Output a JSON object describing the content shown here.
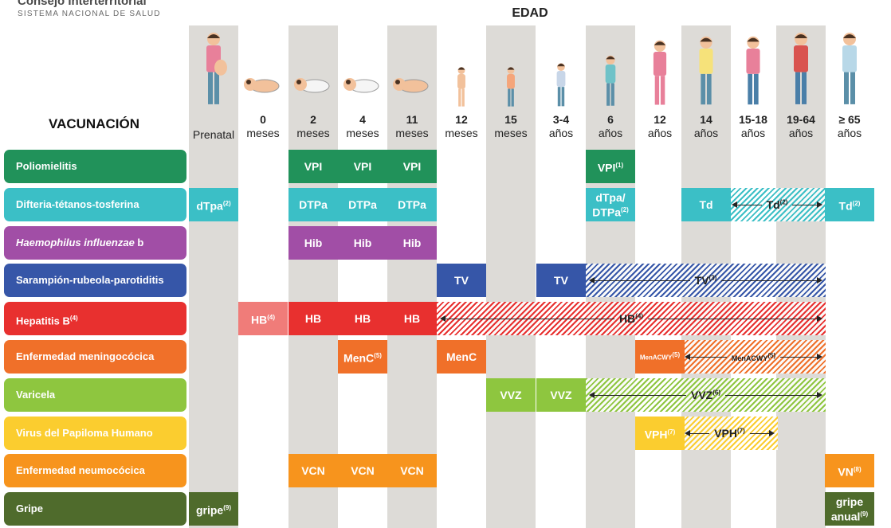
{
  "header": {
    "org_name": "Consejo Interterritorial",
    "org_sub": "SISTEMA NACIONAL DE SALUD",
    "edad": "EDAD",
    "vacunacion": "VACUNACIÓN"
  },
  "ages": [
    {
      "num": "",
      "unit": "Prenatal"
    },
    {
      "num": "0",
      "unit": "meses"
    },
    {
      "num": "2",
      "unit": "meses"
    },
    {
      "num": "4",
      "unit": "meses"
    },
    {
      "num": "11",
      "unit": "meses"
    },
    {
      "num": "12",
      "unit": "meses"
    },
    {
      "num": "15",
      "unit": "meses"
    },
    {
      "num": "3-4",
      "unit": "años"
    },
    {
      "num": "6",
      "unit": "años"
    },
    {
      "num": "12",
      "unit": "años"
    },
    {
      "num": "14",
      "unit": "años"
    },
    {
      "num": "15-18",
      "unit": "años"
    },
    {
      "num": "19-64",
      "unit": "años"
    },
    {
      "num": "≥ 65",
      "unit": "años"
    }
  ],
  "rows": [
    {
      "label": "Poliomielitis",
      "color": "#21925a",
      "cells": [
        {
          "col": 2,
          "text": "VPI"
        },
        {
          "col": 3,
          "text": "VPI"
        },
        {
          "col": 4,
          "text": "VPI"
        },
        {
          "col": 8,
          "text": "VPI",
          "sup": "(1)"
        }
      ]
    },
    {
      "label": "Difteria-tétanos-tosferina",
      "color": "#3bbfc6",
      "cells": [
        {
          "col": 0,
          "text": "dTpa",
          "sup": "(2)"
        },
        {
          "col": 2,
          "text": "DTPa"
        },
        {
          "col": 3,
          "text": "DTPa"
        },
        {
          "col": 4,
          "text": "DTPa"
        },
        {
          "col": 8,
          "text": "dTpa/",
          "text2": "DTPa",
          "sup": "(2)"
        },
        {
          "col": 10,
          "text": "Td"
        },
        {
          "col": 13,
          "text": "Td",
          "sup": "(2)"
        }
      ],
      "spans": [
        {
          "from": 11,
          "to": 12,
          "text": "Td",
          "sup": "(2)"
        }
      ]
    },
    {
      "label_italic": "Haemophilus influenzae",
      "label_rest": " b",
      "color": "#a14ea6",
      "cells": [
        {
          "col": 2,
          "text": "Hib"
        },
        {
          "col": 3,
          "text": "Hib"
        },
        {
          "col": 4,
          "text": "Hib"
        }
      ]
    },
    {
      "label": "Sarampión-rubeola-parotiditis",
      "color": "#3656a8",
      "cells": [
        {
          "col": 5,
          "text": "TV"
        },
        {
          "col": 7,
          "text": "TV"
        }
      ],
      "spans": [
        {
          "from": 8,
          "to": 12,
          "text": "TV",
          "sup": "(3)"
        }
      ]
    },
    {
      "label": "Hepatitis B",
      "label_sup": "(4)",
      "color": "#e8302f",
      "cells": [
        {
          "col": 1,
          "text": "HB",
          "sup": "(4)",
          "color": "#f07c79"
        },
        {
          "col": 2,
          "text": "HB"
        },
        {
          "col": 3,
          "text": "HB"
        },
        {
          "col": 4,
          "text": "HB"
        }
      ],
      "spans": [
        {
          "from": 5,
          "to": 12,
          "text": "HB",
          "sup": "(4)"
        }
      ]
    },
    {
      "label": "Enfermedad meningocócica",
      "color": "#f07029",
      "cells": [
        {
          "col": 3,
          "text": "MenC",
          "sup": "(5)"
        },
        {
          "col": 5,
          "text": "MenC"
        },
        {
          "col": 9,
          "text": "MenACWY",
          "sup": "(5)",
          "small": true
        }
      ],
      "spans": [
        {
          "from": 10,
          "to": 12,
          "text": "MenACWY",
          "sup": "(5)",
          "small": true
        }
      ]
    },
    {
      "label": "Varicela",
      "color": "#8ec63f",
      "cells": [
        {
          "col": 6,
          "text": "VVZ"
        },
        {
          "col": 7,
          "text": "VVZ"
        }
      ],
      "spans": [
        {
          "from": 8,
          "to": 12,
          "text": "VVZ",
          "sup": "(6)"
        }
      ]
    },
    {
      "label": "Virus del Papiloma Humano",
      "color": "#fbcd2f",
      "cells": [
        {
          "col": 9,
          "text": "VPH",
          "sup": "(7)"
        }
      ],
      "spans": [
        {
          "from": 10,
          "to": 11,
          "text": "VPH",
          "sup": "(7)"
        }
      ]
    },
    {
      "label": "Enfermedad neumocócica",
      "color": "#f7941d",
      "cells": [
        {
          "col": 2,
          "text": "VCN"
        },
        {
          "col": 3,
          "text": "VCN"
        },
        {
          "col": 4,
          "text": "VCN"
        },
        {
          "col": 13,
          "text": "VN",
          "sup": "(8)"
        }
      ]
    },
    {
      "label": "Gripe",
      "color": "#4f6b2c",
      "cells": [
        {
          "col": 0,
          "text": "gripe",
          "sup": "(9)"
        },
        {
          "col": 13,
          "text": "gripe",
          "text2": "anual",
          "sup": "(9)"
        }
      ]
    }
  ]
}
